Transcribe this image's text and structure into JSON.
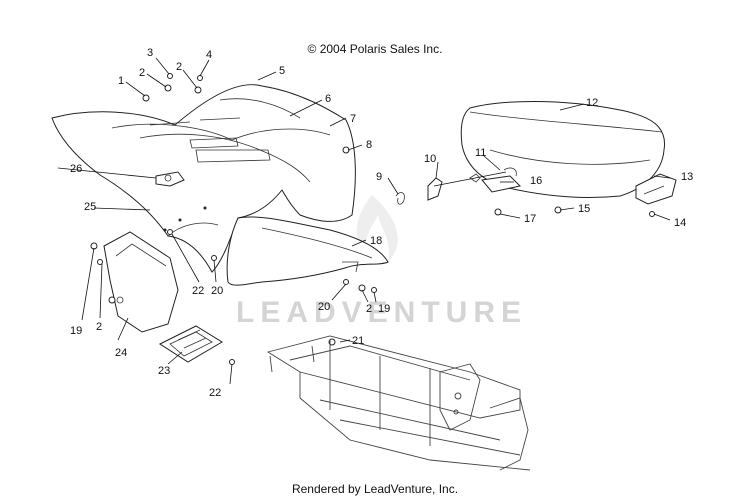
{
  "copyright": "© 2004 Polaris Sales Inc.",
  "footer": "Rendered by LeadVenture, Inc.",
  "watermark": "LEADVENTURE",
  "callouts": {
    "c1": "1",
    "c2a": "2",
    "c3": "3",
    "c2b": "2",
    "c4": "4",
    "c5": "5",
    "c6": "6",
    "c7": "7",
    "c8": "8",
    "c9": "9",
    "c10": "10",
    "c11": "11",
    "c12": "12",
    "c13": "13",
    "c14": "14",
    "c15": "15",
    "c16": "16",
    "c17": "17",
    "c18": "18",
    "c19a": "19",
    "c2c": "2",
    "c19b": "19",
    "c2d": "2",
    "c20a": "20",
    "c20b": "20",
    "c21": "21",
    "c22a": "22",
    "c22b": "22",
    "c23": "23",
    "c24": "24",
    "c25": "25",
    "c26": "26"
  }
}
